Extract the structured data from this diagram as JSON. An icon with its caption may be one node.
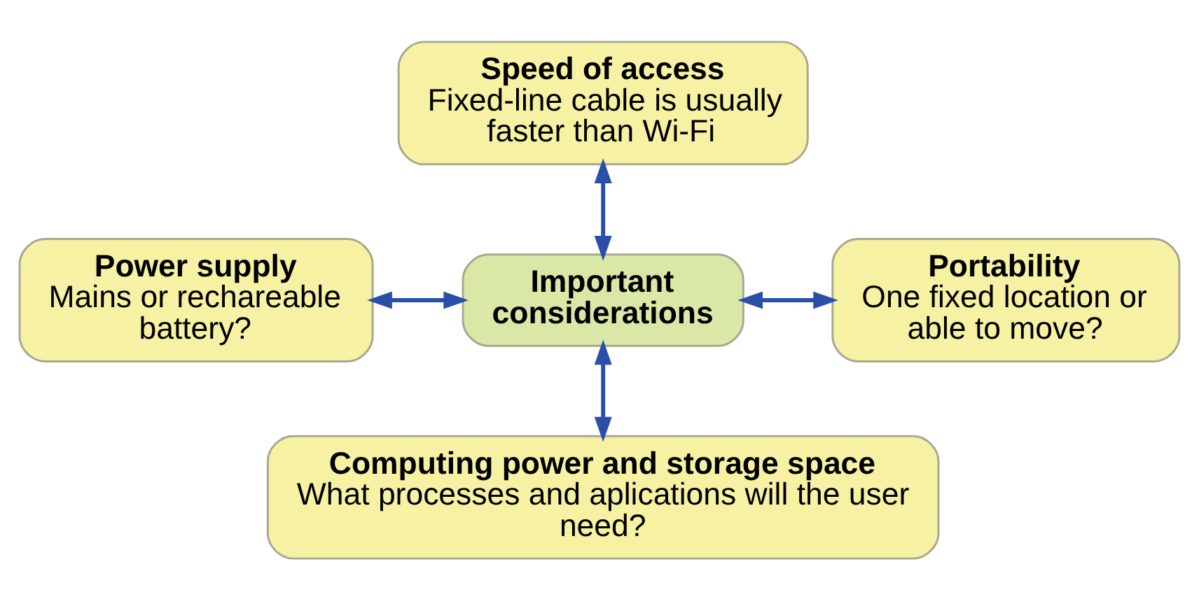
{
  "diagram": {
    "nodes": [
      {
        "text": [
          "Speed of access",
          "Fixed-line cable is usually faster than Wi-Fi"
        ]
      },
      {
        "text": [
          "Power supply",
          "Mains or rechareable battery?"
        ]
      },
      {
        "text": [
          "Important considerations"
        ]
      },
      {
        "text": [
          "Portability",
          "One fixed location or able to move?"
        ]
      },
      {
        "text": [
          "Computing power and storage space",
          "What processes and aplications will the user need?"
        ]
      }
    ],
    "edges": [
      {
        "from": 0,
        "to": 2,
        "arrow": "both"
      },
      {
        "from": 1,
        "to": 2,
        "arrow": "both"
      },
      {
        "from": 2,
        "to": 3,
        "arrow": "both"
      },
      {
        "from": 2,
        "to": 4,
        "arrow": "both"
      }
    ]
  }
}
